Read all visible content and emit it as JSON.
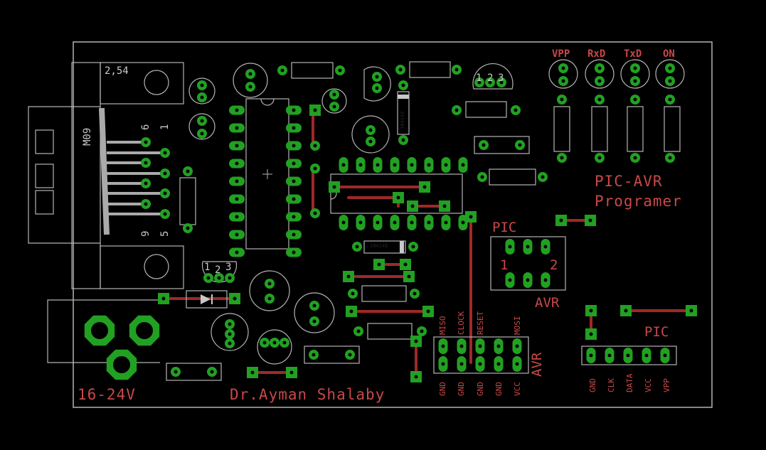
{
  "title": "PIC-AVR",
  "subtitle": "Programer",
  "author": "Dr.Ayman Shalaby",
  "power_label": "16-24V",
  "leds": [
    "VPP",
    "RxD",
    "TxD",
    "ON"
  ],
  "connector": {
    "name": "M09",
    "pitch": "2,54",
    "pins": [
      "6",
      "1",
      "9",
      "5"
    ]
  },
  "jumper": {
    "top": "PIC",
    "bottom": "AVR",
    "pin_left": "1",
    "pin_right": "2"
  },
  "avr_header": {
    "label": "AVR",
    "top_pins": [
      "MISO",
      "CLOCK",
      "RESET",
      "",
      "MOSI"
    ],
    "bottom_pins": [
      "GND",
      "GND",
      "GND",
      "GND",
      "VCC"
    ]
  },
  "pic_header": {
    "label": "PIC",
    "pins": [
      "GND",
      "CLK",
      "DATA",
      "VCC",
      "VPP"
    ]
  },
  "parts": {
    "diode": "1N4148",
    "regulator_pins": [
      "1",
      "2",
      "3"
    ]
  },
  "colors": {
    "background": "#000000",
    "copper": "#a02828",
    "pad": "#22a022",
    "silkscreen": "#c8c8c8",
    "text": "#c84848",
    "outline": "#b4b4b4"
  }
}
